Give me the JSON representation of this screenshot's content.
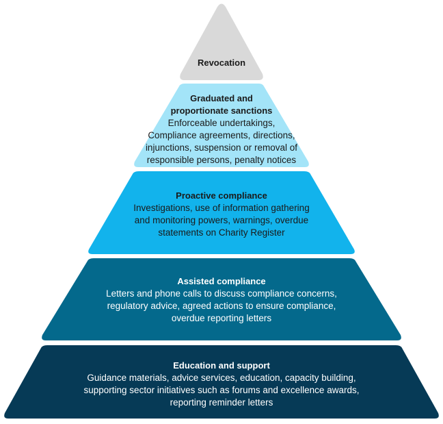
{
  "colors": {
    "revocation": "#d9d9d9",
    "graduated": "#a3e4f8",
    "proactive": "#12b3ec",
    "assisted": "#04698c",
    "education": "#063a56"
  },
  "tiers": {
    "revocation": {
      "title": "Revocation"
    },
    "graduated": {
      "title_line1": "Graduated and",
      "title_line2": "proportionate sanctions",
      "desc_line1": "Enforceable undertakings,",
      "desc_line2": "Compliance agreements, directions,",
      "desc_line3": "injunctions, suspension or removal of",
      "desc_line4": "responsible persons, penalty notices"
    },
    "proactive": {
      "title": "Proactive compliance",
      "desc_line1": "Investigations, use of information gathering",
      "desc_line2": "and monitoring powers, warnings, overdue",
      "desc_line3": "statements on Charity Register"
    },
    "assisted": {
      "title": "Assisted compliance",
      "desc_line1": "Letters and phone calls to discuss compliance concerns,",
      "desc_line2": "regulatory advice, agreed actions to ensure compliance,",
      "desc_line3": "overdue reporting letters"
    },
    "education": {
      "title": "Education and support",
      "desc_line1": "Guidance materials, advice services, education, capacity building,",
      "desc_line2": "supporting sector initiatives such as forums and excellence awards,",
      "desc_line3": "reporting reminder letters"
    }
  }
}
